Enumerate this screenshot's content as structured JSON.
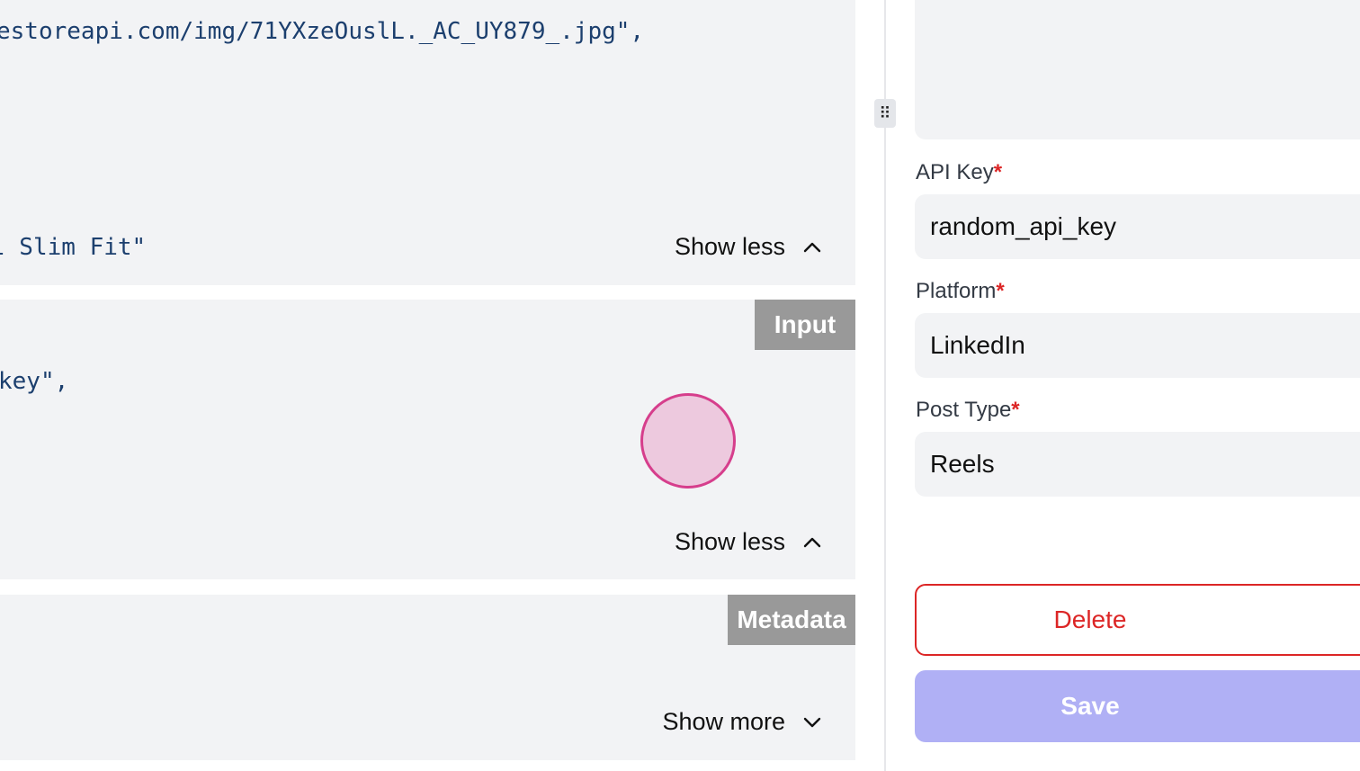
{
  "left_panel": {
    "output_card": {
      "code_line_1": "estoreapi.com/img/71YXzeOuslL._AC_UY879_.jpg\",",
      "code_line_2": "l Slim Fit\"",
      "toggle_label": "Show less"
    },
    "input_card": {
      "tag": "Input",
      "code_line_1": "key\",",
      "toggle_label": "Show less"
    },
    "metadata_card": {
      "tag": "Metadata",
      "toggle_label": "Show more"
    }
  },
  "right_panel": {
    "fields": [
      {
        "label": "API Key",
        "required_mark": "*",
        "value": "random_api_key"
      },
      {
        "label": "Platform",
        "required_mark": "*",
        "value": "LinkedIn"
      },
      {
        "label": "Post Type",
        "required_mark": "*",
        "value": "Reels"
      }
    ],
    "delete_label": "Delete",
    "save_label": "Save"
  },
  "icons": {
    "chevron_up": "chevron-up-icon",
    "chevron_down": "chevron-down-icon",
    "drag_handle": "drag-handle-icon"
  },
  "colors": {
    "danger": "#dc2626",
    "save_disabled": "#b0b0f5",
    "card_bg": "#f2f3f5",
    "code_text": "#1c3f6e",
    "tag_bg": "#999999"
  }
}
